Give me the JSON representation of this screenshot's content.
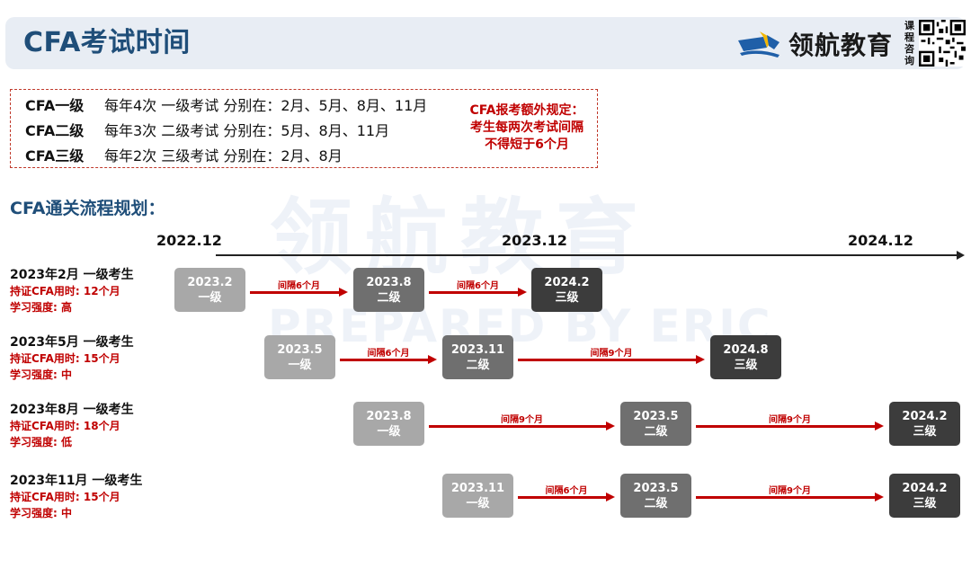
{
  "header": {
    "title": "CFA考试时间",
    "logo_text": "领航教育",
    "qr_label": [
      "课",
      "程",
      "咨",
      "询"
    ]
  },
  "exam_info": {
    "levels": [
      {
        "level": "CFA一级",
        "desc": "每年4次 一级考试 分别在：2月、5月、8月、11月"
      },
      {
        "level": "CFA二级",
        "desc": "每年3次 二级考试 分别在：5月、8月、11月"
      },
      {
        "level": "CFA三级",
        "desc": "每年2次 三级考试 分别在：2月、8月"
      }
    ],
    "rule": [
      "CFA报考额外规定：",
      "考生每两次考试间隔",
      "不得短于6个月"
    ]
  },
  "section_title": "CFA通关流程规划：",
  "watermark": {
    "cn": "领航教育",
    "en": "PREPARED BY ERIC"
  },
  "timeline": {
    "labels": [
      "2022.12",
      "2023.12",
      "2024.12"
    ]
  },
  "plans": [
    {
      "title": "2023年2月 一级考生",
      "duration": "持证CFA用时: 12个月",
      "intensity": "学习强度: 高",
      "exams": [
        {
          "date": "2023.2",
          "level": "一级"
        },
        {
          "date": "2023.8",
          "level": "二级"
        },
        {
          "date": "2024.2",
          "level": "三级"
        }
      ],
      "gaps": [
        "间隔6个月",
        "间隔6个月"
      ]
    },
    {
      "title": "2023年5月 一级考生",
      "duration": "持证CFA用时: 15个月",
      "intensity": "学习强度: 中",
      "exams": [
        {
          "date": "2023.5",
          "level": "一级"
        },
        {
          "date": "2023.11",
          "level": "二级"
        },
        {
          "date": "2024.8",
          "level": "三级"
        }
      ],
      "gaps": [
        "间隔6个月",
        "间隔9个月"
      ]
    },
    {
      "title": "2023年8月 一级考生",
      "duration": "持证CFA用时: 18个月",
      "intensity": "学习强度: 低",
      "exams": [
        {
          "date": "2023.8",
          "level": "一级"
        },
        {
          "date": "2023.5",
          "level": "二级"
        },
        {
          "date": "2024.2",
          "level": "三级"
        }
      ],
      "gaps": [
        "间隔9个月",
        "间隔9个月"
      ]
    },
    {
      "title": "2023年11月 一级考生",
      "duration": "持证CFA用时: 15个月",
      "intensity": "学习强度: 中",
      "exams": [
        {
          "date": "2023.11",
          "level": "一级"
        },
        {
          "date": "2023.5",
          "level": "二级"
        },
        {
          "date": "2024.2",
          "level": "三级"
        }
      ],
      "gaps": [
        "间隔6个月",
        "间隔9个月"
      ]
    }
  ]
}
